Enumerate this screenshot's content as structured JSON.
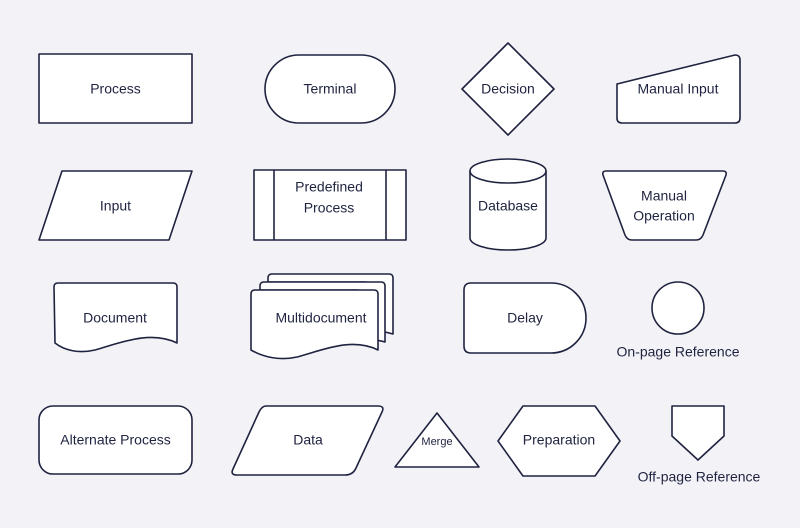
{
  "shapes": {
    "process": "Process",
    "terminal": "Terminal",
    "decision": "Decision",
    "manual_input": "Manual Input",
    "input": "Input",
    "predefined_process_line1": "Predefined",
    "predefined_process_line2": "Process",
    "database": "Database",
    "manual_operation_line1": "Manual",
    "manual_operation_line2": "Operation",
    "document": "Document",
    "multidocument": "Multidocument",
    "delay": "Delay",
    "on_page_reference": "On-page Reference",
    "alternate_process": "Alternate Process",
    "data": "Data",
    "merge": "Merge",
    "preparation": "Preparation",
    "off_page_reference": "Off-page Reference"
  },
  "colors": {
    "background": "#f3f3f7",
    "stroke": "#1f2340",
    "fill": "#ffffff"
  }
}
